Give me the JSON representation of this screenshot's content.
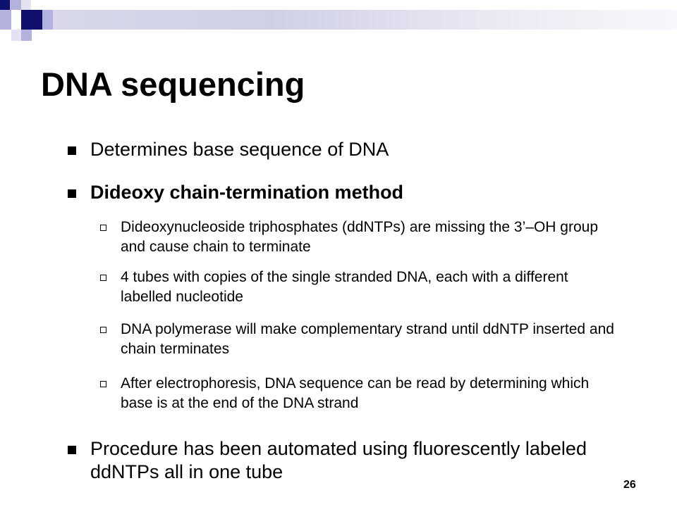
{
  "slide": {
    "title": "DNA sequencing",
    "page_number": "26",
    "colors": {
      "accent_navy": "#10106e",
      "accent_lavender": "#b2b2dc"
    }
  },
  "bullets": {
    "b1": "Determines base sequence of DNA",
    "b2": "Dideoxy chain-termination method",
    "b2_subs": [
      "Dideoxynucleoside triphosphates (ddNTPs) are missing the 3’–OH group and cause chain to terminate",
      "4 tubes with copies of the single stranded DNA, each with a different labelled nucleotide",
      "DNA polymerase will make complementary strand until ddNTP inserted and chain terminates",
      "After electrophoresis, DNA sequence can be read by determining which base is at the end of the DNA strand"
    ],
    "b3": "Procedure has been automated using fluorescently labeled ddNTPs all in one tube"
  }
}
